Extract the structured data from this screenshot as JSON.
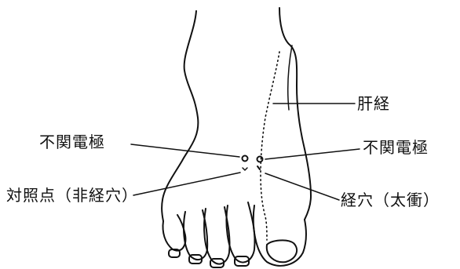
{
  "diagram": {
    "labels": {
      "liver_meridian": "肝経",
      "indifferent_electrode_left": "不関電極",
      "indifferent_electrode_right": "不関電極",
      "control_point": "対照点（非経穴）",
      "acupoint": "経穴（太衝）"
    },
    "colors": {
      "line": "#111111",
      "background": "#ffffff"
    }
  }
}
